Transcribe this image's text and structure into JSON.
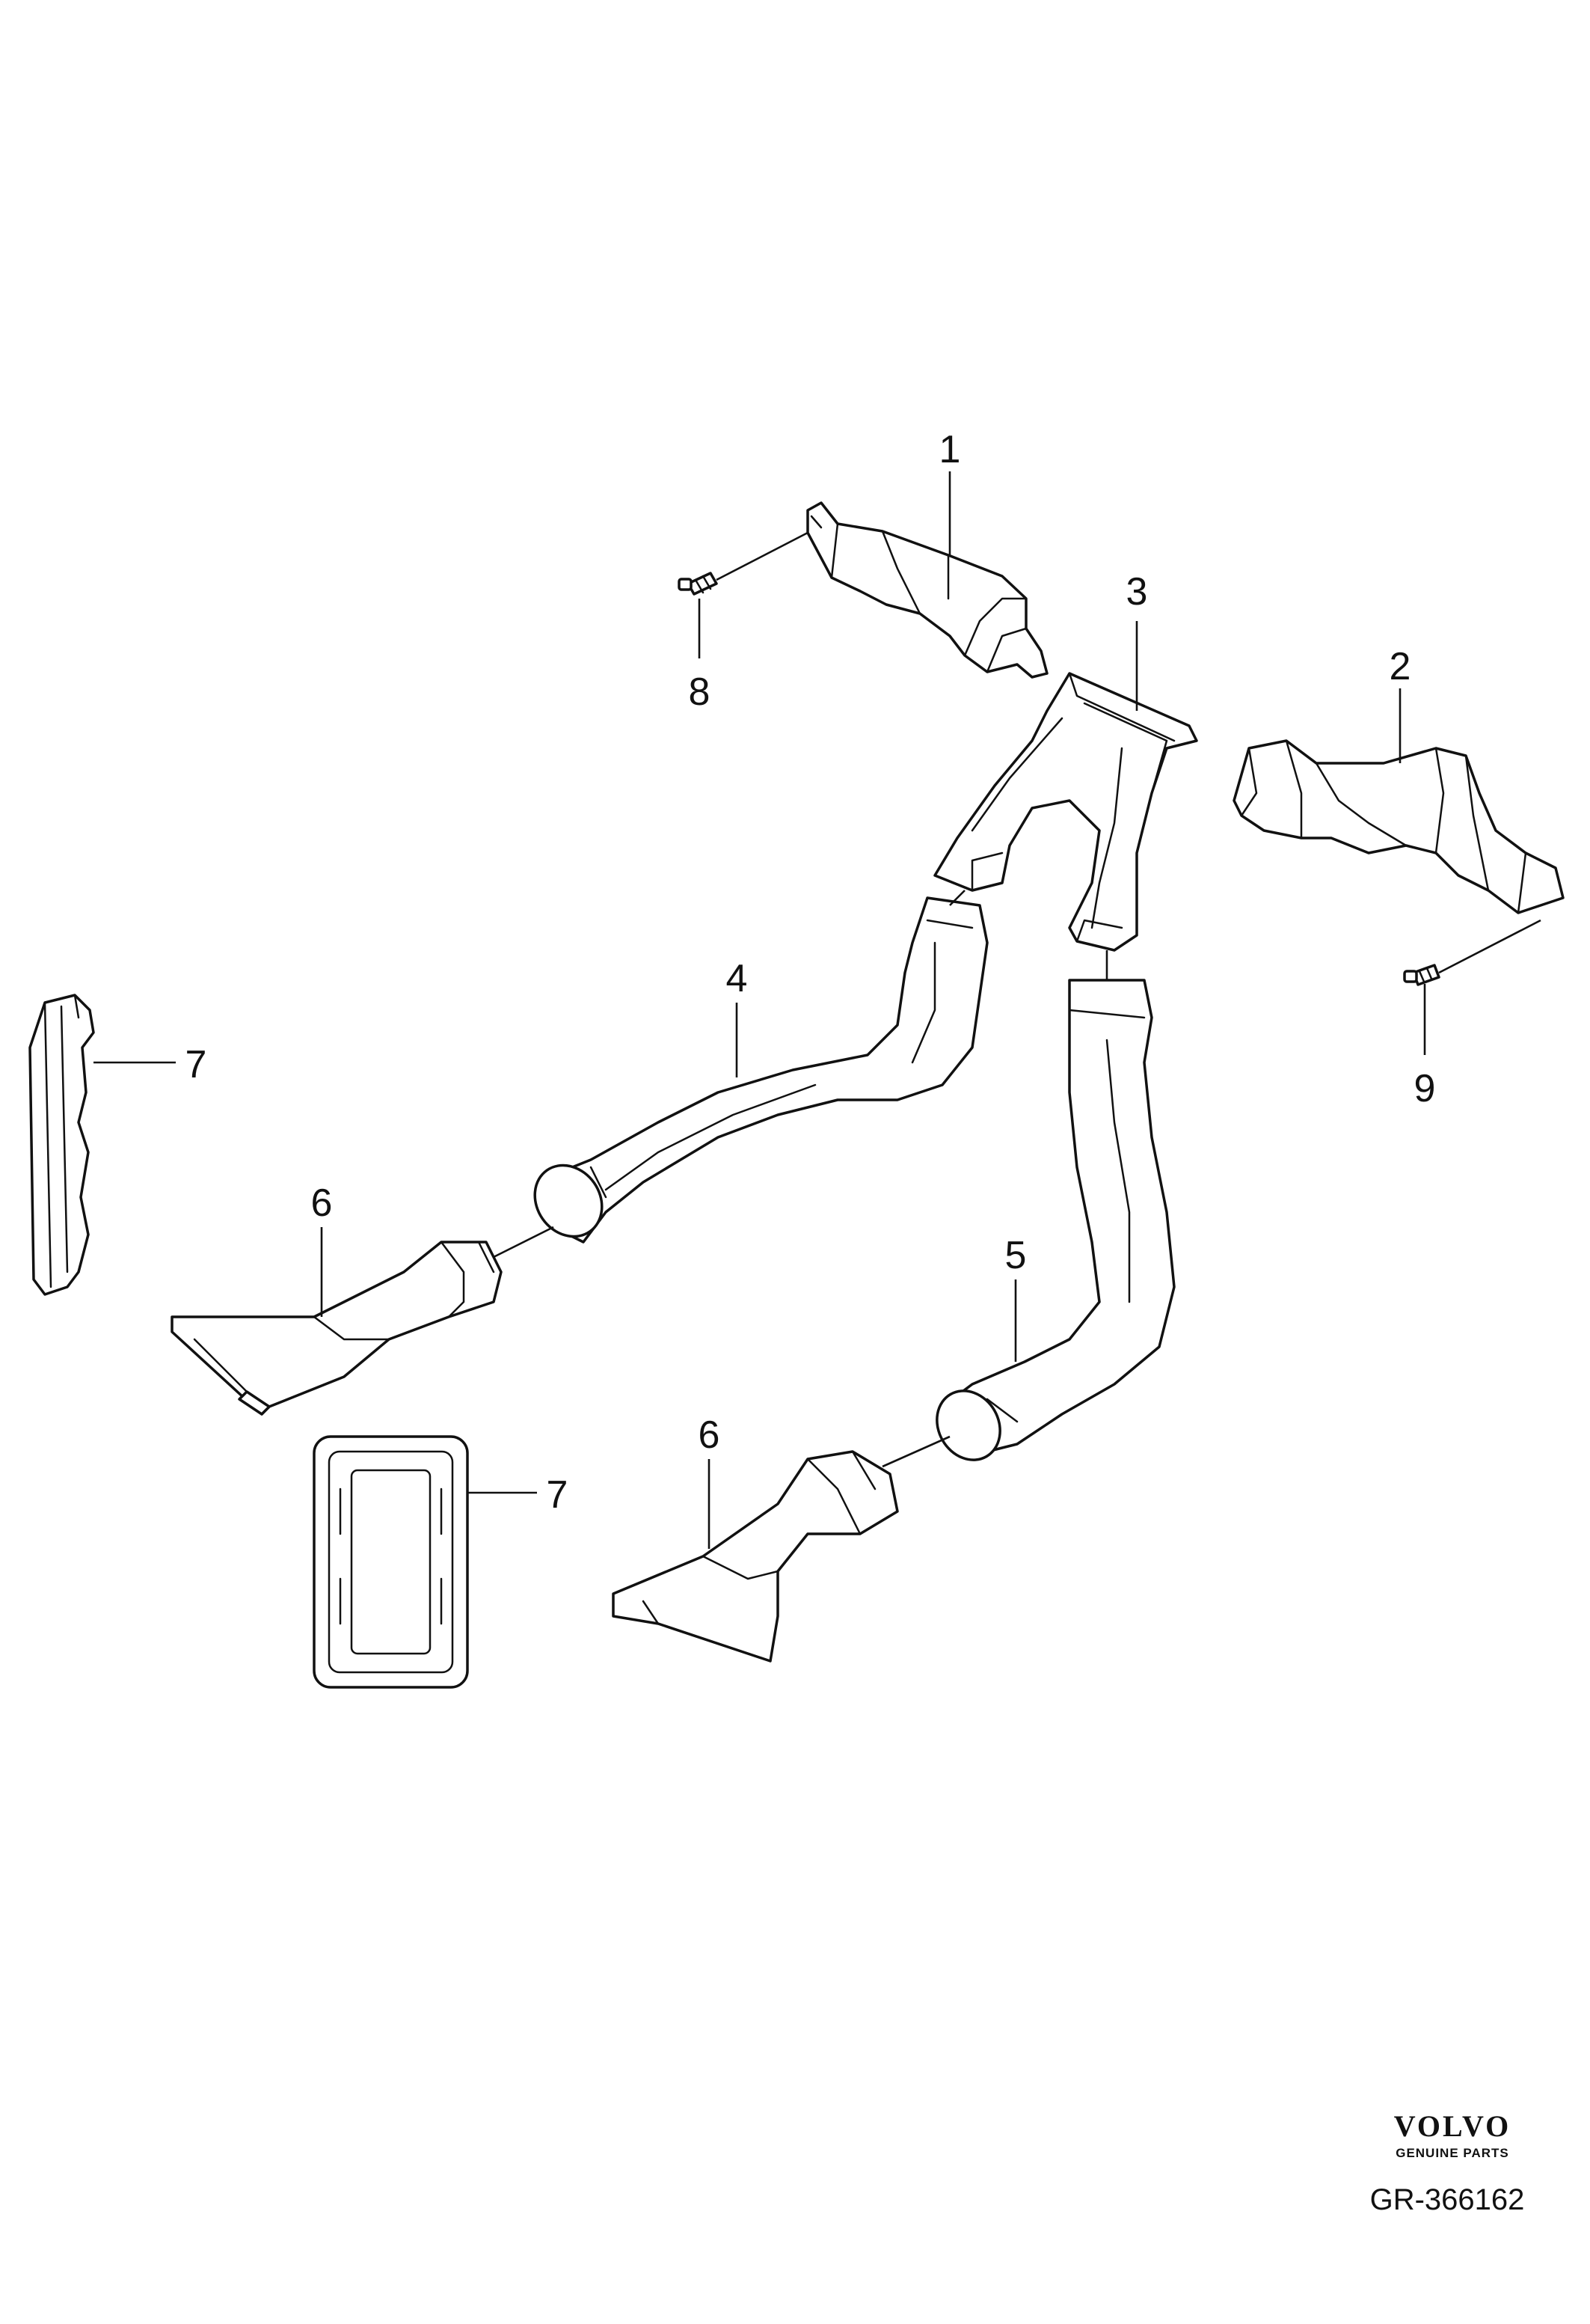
{
  "callouts": {
    "c1": "1",
    "c2": "2",
    "c3": "3",
    "c4": "4",
    "c5": "5",
    "c6a": "6",
    "c6b": "6",
    "c7a": "7",
    "c7b": "7",
    "c8": "8",
    "c9": "9"
  },
  "brand": {
    "logo": "VOLVO",
    "tagline": "GENUINE PARTS"
  },
  "drawing_id": "GR-366162",
  "colors": {
    "line": "#111111",
    "background": "#ffffff"
  }
}
